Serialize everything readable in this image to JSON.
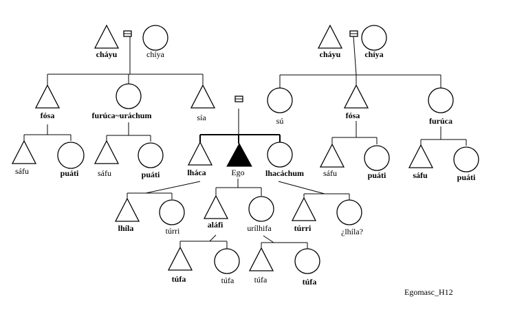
{
  "diagram": {
    "caption": "Egomasc_H12",
    "left_grandparents": {
      "male": "cháyu",
      "female": "chíya"
    },
    "left_gen1": {
      "male_left": "fósa",
      "female": "furúca~uráchum",
      "male_right": "sía"
    },
    "left_cousins_a": {
      "male": "sáfu",
      "female": "puáti"
    },
    "left_cousins_b": {
      "male": "sáfu",
      "female": "puáti"
    },
    "right_grandparents": {
      "male": "cháyu",
      "female": "chíya"
    },
    "right_gen1": {
      "female_left": "sú",
      "male": "fósa",
      "female_right": "furúca"
    },
    "right_cousins_a": {
      "male": "sáfu",
      "female": "puáti"
    },
    "right_cousins_b": {
      "male": "sáfu",
      "female": "puáti"
    },
    "siblings": {
      "brother": "lháca",
      "ego": "Ego",
      "sister": "lhacáchum"
    },
    "brother_children": {
      "male": "lhíla",
      "female": "túrri"
    },
    "ego_children": {
      "son": "aláfi",
      "daughter": "urílhifa"
    },
    "sister_children": {
      "male": "túrri",
      "female": "¿lhíla?"
    },
    "son_children": {
      "male": "túfa",
      "female": "túfa"
    },
    "daughter_children": {
      "male": "túfa",
      "female": "túfa"
    }
  }
}
